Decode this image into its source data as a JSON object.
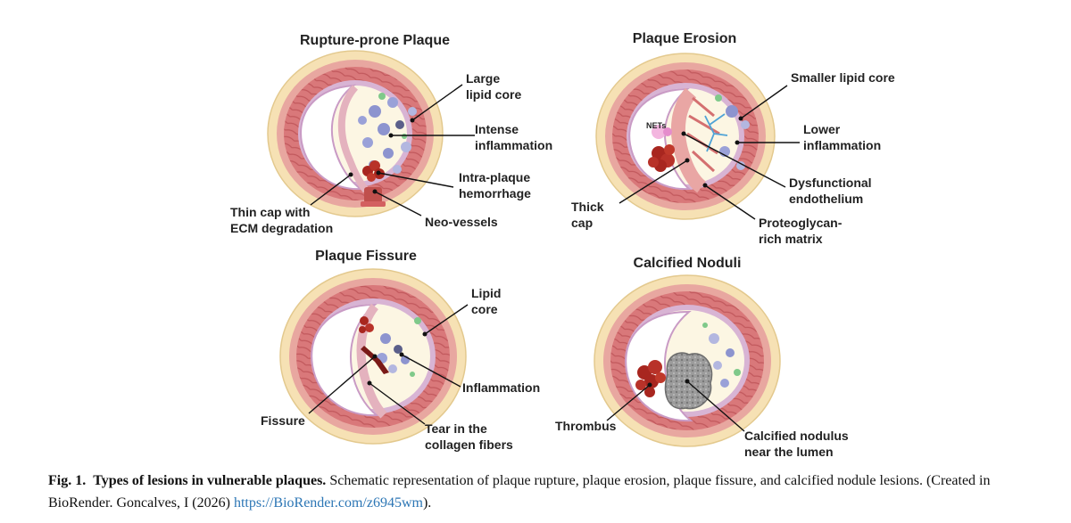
{
  "panels": {
    "rupture": {
      "title": "Rupture-prone Plaque",
      "labels": {
        "large_lipid_core": [
          "Large",
          "lipid core"
        ],
        "intense_inflammation": [
          "Intense",
          "inflammation"
        ],
        "intra_plaque_hemorrhage": [
          "Intra-plaque",
          "hemorrhage"
        ],
        "thin_cap": [
          "Thin cap with",
          "ECM degradation"
        ],
        "neo_vessels": [
          "Neo-vessels"
        ]
      }
    },
    "erosion": {
      "title": "Plaque Erosion",
      "labels": {
        "smaller_lipid_core": [
          "Smaller lipid core"
        ],
        "lower_inflammation": [
          "Lower",
          "inflammation"
        ],
        "dysfunctional_endothelium": [
          "Dysfunctional",
          "endothelium"
        ],
        "thick_cap": [
          "Thick",
          "cap"
        ],
        "proteoglycan": [
          "Proteoglycan-",
          "rich matrix"
        ],
        "nets": [
          "NETs"
        ]
      }
    },
    "fissure": {
      "title": "Plaque Fissure",
      "labels": {
        "lipid_core": [
          "Lipid",
          "core"
        ],
        "inflammation": [
          "Inflammation"
        ],
        "fissure": [
          "Fissure"
        ],
        "tear": [
          "Tear in the",
          "collagen fibers"
        ]
      }
    },
    "calcified": {
      "title": "Calcified Noduli",
      "labels": {
        "thrombus": [
          "Thrombus"
        ],
        "calcified_nodulus": [
          "Calcified nodulus",
          "near the lumen"
        ]
      }
    }
  },
  "caption": {
    "fig_label": "Fig. 1.",
    "heading": "Types of lesions in vulnerable plaques.",
    "text_line1": "Schematic representation of plaque rupture, plaque erosion, plaque fissure, and calcified nodule lesions. (Created in",
    "text_line2": "BioRender. Goncalves, I (2026)",
    "link": "https://BioRender.com/z6945wm",
    "tail": ")."
  },
  "colors": {
    "adventitia": "#f6e1b4",
    "media_outer": "#e8a7a0",
    "media": "#d4716f",
    "intima": "#d8b4d4",
    "lipid_core": "#fcf6e3",
    "lumen": "#ffffff",
    "cell": "#8d94cf",
    "thrombus": "#a8261f",
    "calcium": "#9a9a9a",
    "link": "#2c76b5"
  }
}
